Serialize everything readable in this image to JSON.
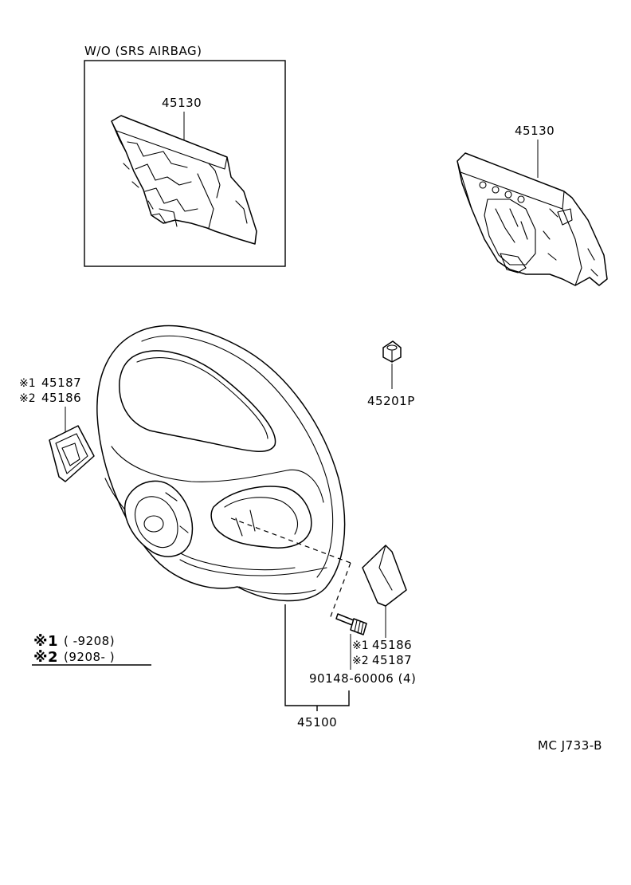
{
  "inset": {
    "title": "W/O (SRS AIRBAG)",
    "part_label": "45130"
  },
  "pad_part_label": "45130",
  "nut_label": "45201P",
  "emblem_left": {
    "line1_mark": "※1",
    "line1_num": "45187",
    "line2_mark": "※2",
    "line2_num": "45186"
  },
  "emblem_right": {
    "line1_mark": "※1",
    "line1_num": "45186",
    "line2_mark": "※2",
    "line2_num": "45187"
  },
  "screw_label": "90148-60006 (4)",
  "wheel_label": "45100",
  "legend": {
    "row1_mark": "※1",
    "row1_text": "(        -9208)",
    "row2_mark": "※2",
    "row2_text": "(9208-        )"
  },
  "figure_code": "MC J733-B"
}
